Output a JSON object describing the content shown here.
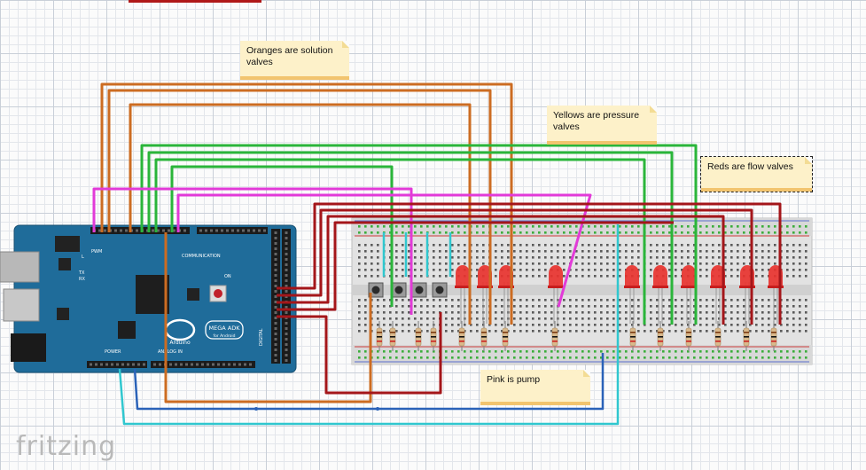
{
  "notes": {
    "oranges": "Oranges are solution valves",
    "yellows": "Yellows are pressure valves",
    "reds": "Reds are flow valves",
    "pink": "Pink is pump"
  },
  "arduino": {
    "model": "MEGA ADK",
    "sub": "for Android",
    "brand": "Arduino",
    "pwm": "PWM",
    "communication": "COMMUNICATION",
    "analog": "ANALOG IN",
    "power": "POWER",
    "digital": "DIGITAL",
    "on": "ON",
    "tx": "TX",
    "rx": "RX",
    "l": "L"
  },
  "logo": "fritzing",
  "colors": {
    "orange": "#cc6c22",
    "green": "#2ab53a",
    "magenta": "#e23ad8",
    "red": "#a4161a",
    "cyan": "#30c7cf",
    "blue": "#2a62b8",
    "board": "#1f6c9a"
  }
}
